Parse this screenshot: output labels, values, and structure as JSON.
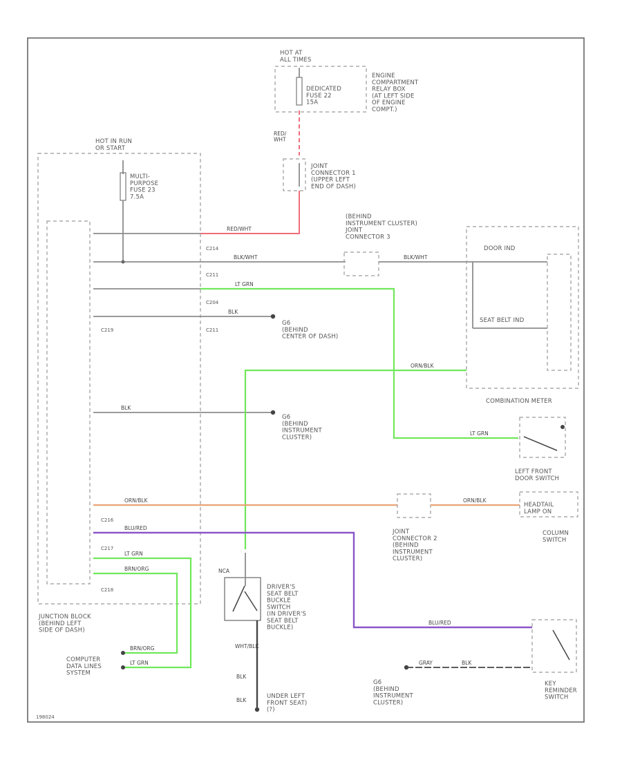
{
  "labels": {
    "hot_at_all_times": "HOT AT\nALL TIMES",
    "engine_relay_box": "ENGINE\nCOMPARTMENT\nRELAY BOX\n(AT LEFT SIDE\nOF ENGINE\nCOMPT.)",
    "dedicated_fuse": "DEDICATED\nFUSE 22\n15A",
    "red_wht_vertical": "RED/\nWHT",
    "joint_connector_1": "JOINT\nCONNECTOR 1\n(UPPER LEFT\nEND OF DASH)",
    "hot_in_run": "HOT IN RUN\nOR START",
    "multi_purpose_fuse": "MULTI-\nPURPOSE\nFUSE 23\n7.5A",
    "behind_cluster_joint3": "(BEHIND\nINSTRUMENT CLUSTER)\nJOINT\nCONNECTOR 3",
    "door_ind": "DOOR IND",
    "seat_belt_ind": "SEAT BELT IND",
    "combination_meter": "COMBINATION METER",
    "g6_behind_dash": "G6\n(BEHIND\nCENTER OF DASH)",
    "g6_behind_cluster": "G6\n(BEHIND\nINSTRUMENT\nCLUSTER)",
    "left_front_door_switch": "LEFT FRONT\nDOOR SWITCH",
    "headtail_lamp": "HEADTAIL\nLAMP ON",
    "column_switch": "COLUMN\nSWITCH",
    "joint_connector_2": "JOINT\nCONNECTOR 2\n(BEHIND\nINSTRUMENT\nCLUSTER)",
    "drivers_seat_belt": "DRIVER'S\nSEAT BELT\nBUCKLE\nSWITCH\n(IN DRIVER'S\nSEAT BELT\nBUCKLE)",
    "junction_block": "JUNCTION BLOCK\n(BEHIND LEFT\nSIDE OF DASH)",
    "computer_data_lines": "COMPUTER\nDATA LINES\nSYSTEM",
    "under_left_front_seat": "UNDER LEFT\nFRONT SEAT)\n(?)",
    "g6_behind_cluster_bottom": "G6\n(BEHIND\nINSTRUMENT\nCLUSTER)",
    "key_reminder": "KEY\nREMINDER\nSWITCH",
    "footer_code": "198024"
  },
  "connectors": {
    "c214": "C214",
    "c211": "C211",
    "c204": "C204",
    "c211b": "C211",
    "c219": "C219",
    "c216": "C216",
    "c217": "C217",
    "c218": "C218"
  },
  "wires": {
    "red_wht": "RED/WHT",
    "red_wht_v": "RED/WHT",
    "blk_wht": "BLK/WHT",
    "blk_wht_right": "BLK/WHT",
    "lt_grn": "LT GRN",
    "lt_grn_right": "LT GRN",
    "blk1": "BLK",
    "blk2": "BLK",
    "orn_blk": "ORN/BLK",
    "orn_blk_right": "ORN/BLK",
    "orn_blk_top": "ORN/BLK",
    "blu_red": "BLU/RED",
    "blu_red_bottom": "BLU/RED",
    "lt_grn_lower": "LT GRN",
    "brn_org": "BRN/ORG",
    "brn_org_bottom": "BRN/ORG",
    "lt_grn_bottom": "LT GRN",
    "wht_blk": "WHT/BLK",
    "blk_v1": "BLK",
    "blk_v2": "BLK",
    "gray_bottom": "GRAY",
    "blk_bottom": "BLK",
    "nca": "NCA"
  },
  "colors": {
    "red_wht": "#ee6d79",
    "lt_grn": "#6fe85a",
    "orn_blk": "#e9a374",
    "blu_red": "#8a55c9",
    "gray": "#8c8c8c",
    "black": "#444444",
    "frame": "#666666"
  }
}
